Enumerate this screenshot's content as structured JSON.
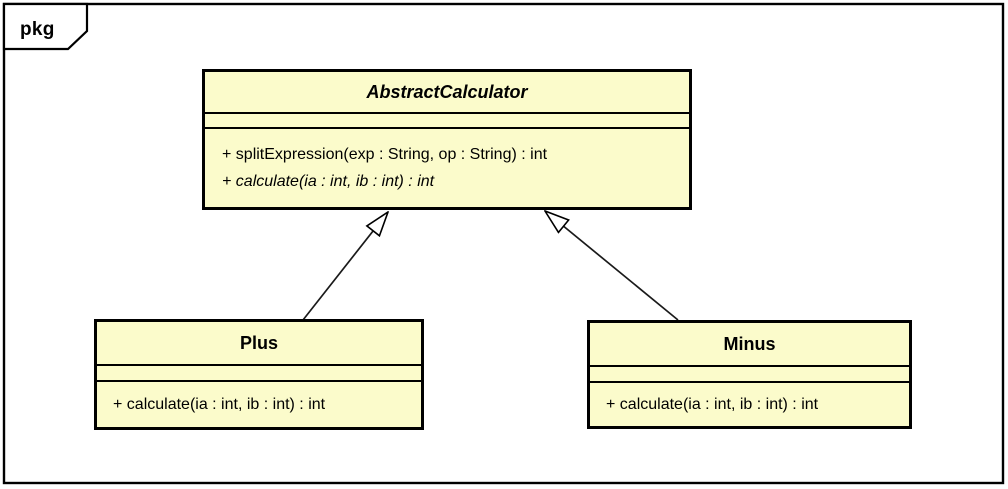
{
  "frame": {
    "tab_label": "pkg"
  },
  "diagram": {
    "type": "uml-class-diagram",
    "colors": {
      "class_fill": "#FBFBCB",
      "border": "#000000",
      "background": "#FFFFFF"
    },
    "classes": [
      {
        "name": "AbstractCalculator",
        "abstract": true,
        "attributes": [],
        "methods": [
          {
            "text": "+ splitExpression(exp : String, op : String) : int",
            "abstract": false
          },
          {
            "text": "+ calculate(ia : int, ib : int) : int",
            "abstract": true
          }
        ]
      },
      {
        "name": "Plus",
        "abstract": false,
        "attributes": [],
        "methods": [
          {
            "text": "+ calculate(ia : int, ib : int) : int",
            "abstract": false
          }
        ]
      },
      {
        "name": "Minus",
        "abstract": false,
        "attributes": [],
        "methods": [
          {
            "text": "+ calculate(ia : int, ib : int) : int",
            "abstract": false
          }
        ]
      }
    ],
    "relationships": [
      {
        "type": "generalization",
        "from": "Plus",
        "to": "AbstractCalculator"
      },
      {
        "type": "generalization",
        "from": "Minus",
        "to": "AbstractCalculator"
      }
    ]
  }
}
